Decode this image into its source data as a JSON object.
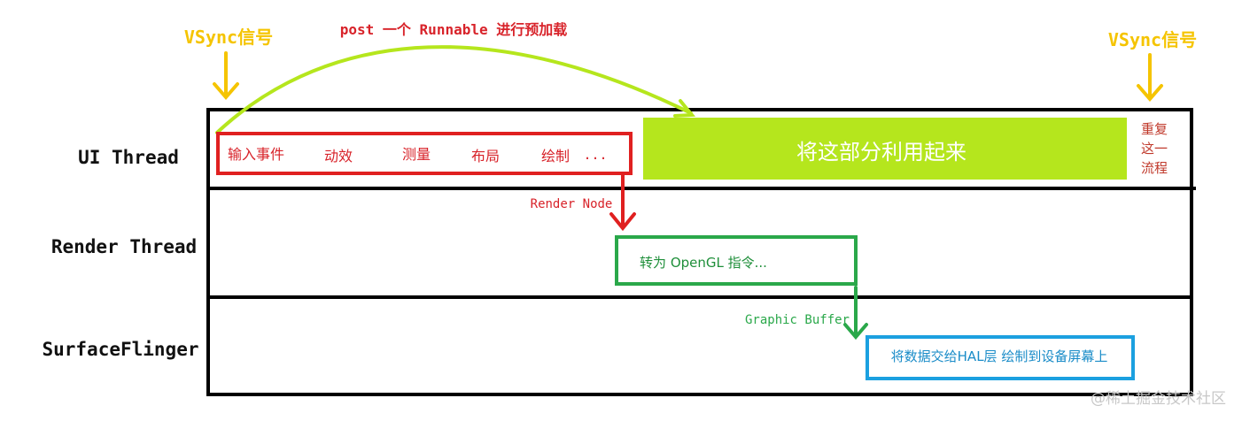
{
  "vsync_left": "VSync信号",
  "vsync_right": "VSync信号",
  "post_label": "post 一个 Runnable 进行预加载",
  "threads": {
    "ui": "UI Thread",
    "render": "Render Thread",
    "surfaceflinger": "SurfaceFlinger"
  },
  "ui_tasks": [
    "输入事件",
    "动效",
    "测量",
    "布局",
    "绘制",
    "..."
  ],
  "idle_label": "将这部分利用起来",
  "repeat_lines": [
    "重复",
    "这一",
    "流程"
  ],
  "render_node_label": "Render Node",
  "opengl_label": "转为 OpenGL 指令...",
  "graphic_buffer_label": "Graphic Buffer",
  "hal_label": "将数据交给HAL层 绘制到设备屏幕上",
  "watermark": "@稀土掘金技术社区",
  "colors": {
    "vsync": "#f5c400",
    "post_text": "#d8232a",
    "red_box": "#e02020",
    "green_box": "#2aa84a",
    "lime": "#b5e61d",
    "blue_box": "#1ba0e0",
    "repeat_text": "#c0392b"
  }
}
